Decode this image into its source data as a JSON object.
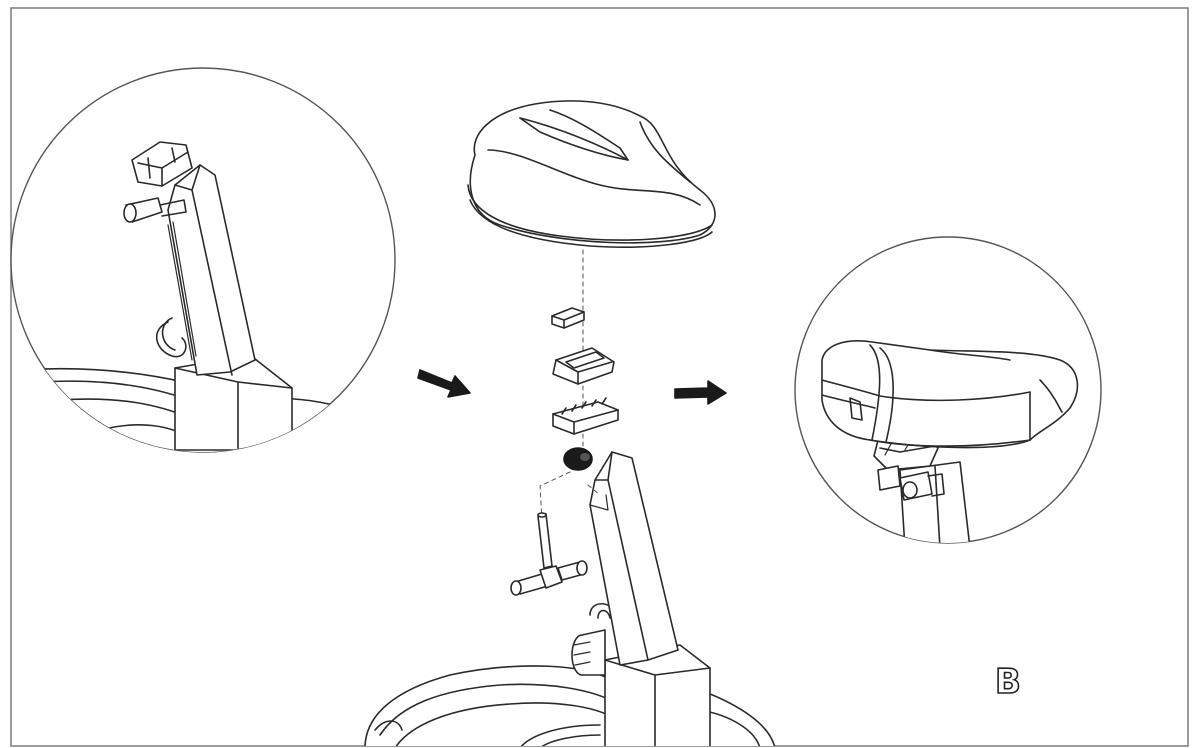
{
  "step_label": "B",
  "colors": {
    "line": "#2a2a2a",
    "frame": "#7a7a7a",
    "fill": "#ffffff",
    "cap": "#1a1a1a"
  },
  "parts": [
    "seat",
    "slider-nut",
    "slider-clamp-top",
    "slider-clamp-bottom",
    "end-cap",
    "seat-post",
    "adjustment-knob",
    "bolt",
    "frame-tube"
  ]
}
